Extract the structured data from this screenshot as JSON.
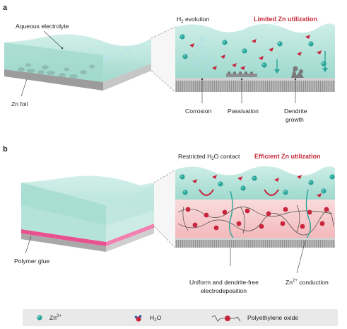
{
  "panel_a": {
    "letter": "a",
    "h2_prefix": "H",
    "h2_sub": "2",
    "h2_suffix": " evolution",
    "status": "Limited Zn utilization",
    "aqueous": "Aqueous electrolyte",
    "foil": "Zn foil",
    "corrosion": "Corrosion",
    "passivation": "Passivation",
    "dendrite_1": "Dendrite",
    "dendrite_2": "growth"
  },
  "panel_b": {
    "letter": "b",
    "restricted_prefix": "Restricted H",
    "restricted_sub": "2",
    "restricted_suffix": "O contact",
    "status": "Efficient Zn utilization",
    "glue": "Polymer glue",
    "uniform_1": "Uniform and dendrite-free",
    "uniform_2": "electrodeposition",
    "conduction_base": "Zn",
    "conduction_sup": "2+",
    "conduction_suffix": " conduction"
  },
  "legend": {
    "zn_base": "Zn",
    "zn_sup": "2+",
    "water_prefix": "H",
    "water_sub": "2",
    "water_suffix": "O",
    "peo": "Polyethylene oxide"
  },
  "colors": {
    "electrolyte": "#a6ddd3",
    "zn_ion": "#2aa59a",
    "water_red": "#c8243c",
    "glue_pink": "#e8518f",
    "polymer_region": "#f6c9cb",
    "metal": "#bcbcbc",
    "accent_red": "#c62b3a"
  }
}
